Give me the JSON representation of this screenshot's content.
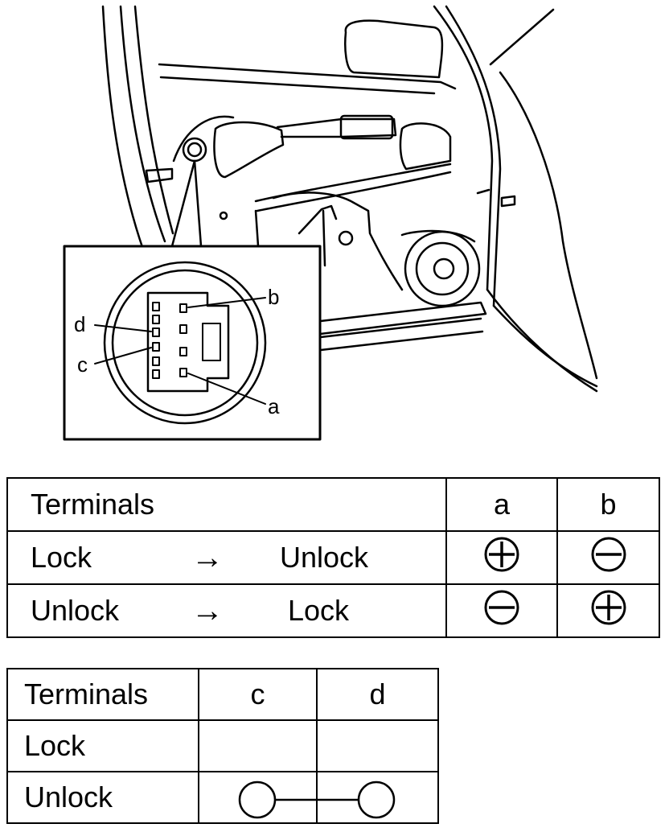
{
  "callouts": {
    "a": "a",
    "b": "b",
    "c": "c",
    "d": "d"
  },
  "table1": {
    "header": {
      "label": "Terminals",
      "a": "a",
      "b": "b"
    },
    "rows": [
      {
        "from": "Lock",
        "arrow": "→",
        "to": "Unlock",
        "a": "positive",
        "b": "negative"
      },
      {
        "from": "Unlock",
        "arrow": "→",
        "to": "Lock",
        "a": "negative",
        "b": "positive"
      }
    ]
  },
  "table2": {
    "header": {
      "label": "Terminals",
      "c": "c",
      "d": "d"
    },
    "rows": [
      {
        "label": "Lock",
        "continuity": false
      },
      {
        "label": "Unlock",
        "continuity": true
      }
    ]
  }
}
